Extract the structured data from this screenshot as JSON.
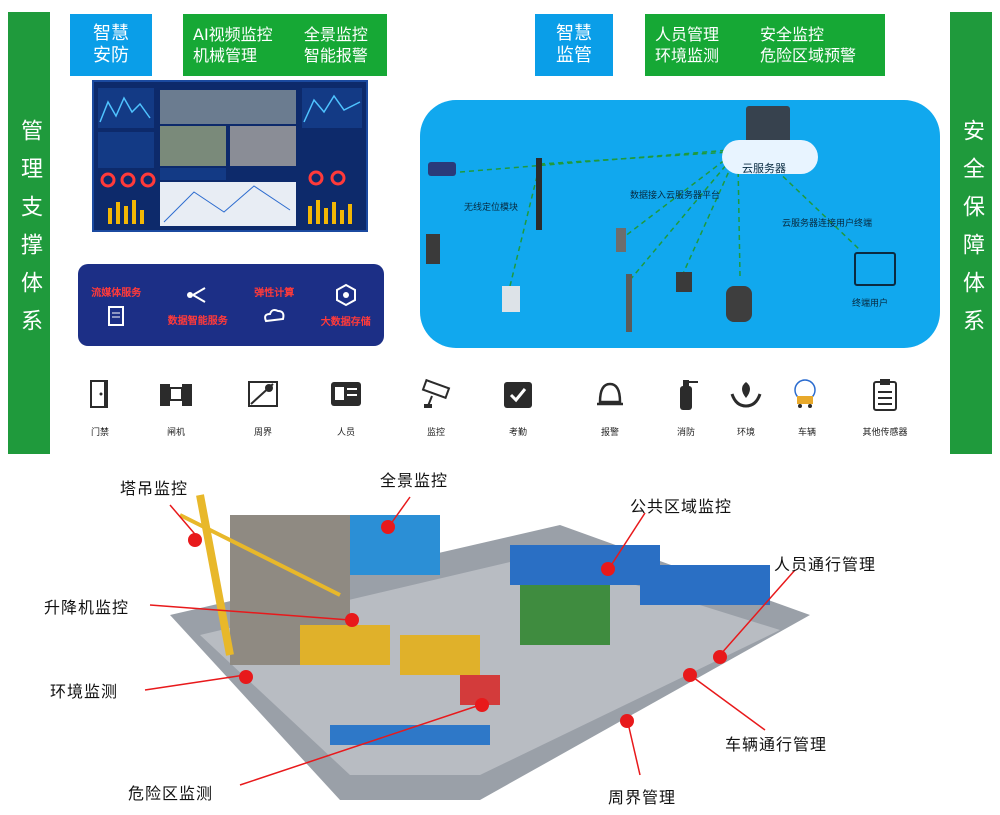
{
  "side_left": {
    "label": "管理支撑体系"
  },
  "side_right": {
    "label": "安全保障体系"
  },
  "security": {
    "tag": "智慧\n安防",
    "features": [
      "AI视频监控",
      "全景监控",
      "机械管理",
      "智能报警"
    ]
  },
  "supervision": {
    "tag": "智慧\n监管",
    "features": [
      "人员管理",
      "安全监控",
      "环境监测",
      "危险区域预警"
    ]
  },
  "services": [
    {
      "label": "流媒体服务",
      "icon": "document-icon"
    },
    {
      "label": "数据智能服务",
      "icon": "share-arrows-icon"
    },
    {
      "label": "弹性计算",
      "icon": "cloud-sync-icon"
    },
    {
      "label": "大数据存储",
      "icon": "network-icon"
    }
  ],
  "network": {
    "server_label": "云服务器",
    "wireless_label": "无线定位模块",
    "platform_label": "数据接入云服务器平台",
    "terminal_link_label": "云服务器连接用户终端",
    "terminal_label": "终端用户"
  },
  "devices": [
    {
      "label": "门禁",
      "icon": "door-icon"
    },
    {
      "label": "闸机",
      "icon": "gate-icon"
    },
    {
      "label": "周界",
      "icon": "map-icon"
    },
    {
      "label": "人员",
      "icon": "id-card-icon"
    },
    {
      "label": "监控",
      "icon": "cctv-icon"
    },
    {
      "label": "考勤",
      "icon": "calendar-check-icon"
    },
    {
      "label": "报警",
      "icon": "bell-icon"
    },
    {
      "label": "消防",
      "icon": "extinguisher-icon"
    },
    {
      "label": "环境",
      "icon": "leaf-hands-icon"
    },
    {
      "label": "车辆",
      "icon": "truck-icon"
    },
    {
      "label": "其他传感器",
      "icon": "clipboard-icon"
    }
  ],
  "site_callouts": [
    {
      "label": "塔吊监控"
    },
    {
      "label": "全景监控"
    },
    {
      "label": "公共区域监控"
    },
    {
      "label": "人员通行管理"
    },
    {
      "label": "升降机监控"
    },
    {
      "label": "环境监测"
    },
    {
      "label": "车辆通行管理"
    },
    {
      "label": "危险区监测"
    },
    {
      "label": "周界管理"
    }
  ],
  "colors": {
    "green": "#1f9a3c",
    "blue": "#0a9ee8",
    "panel": "#11a8ee",
    "pin": "#e8191b"
  }
}
